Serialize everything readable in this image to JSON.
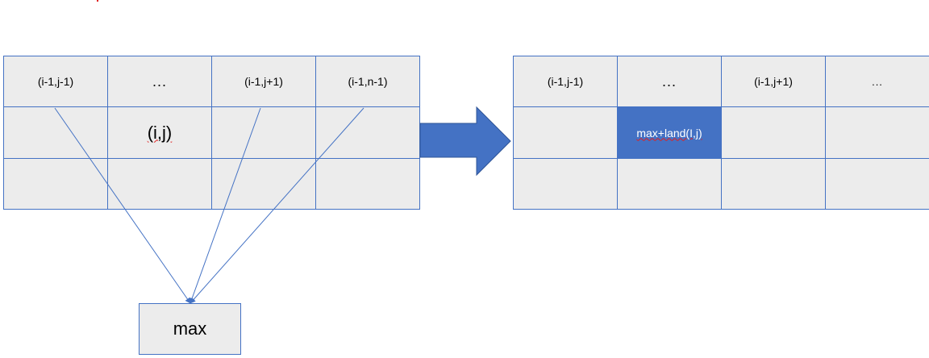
{
  "colors": {
    "accent": "#4472c4",
    "cell_bg": "#ececec",
    "highlight_text": "#ffffff"
  },
  "left_grid": {
    "row1": [
      "(i-1,j-1)",
      "...",
      "(i-1,j+1)",
      "(i-1,n-1)"
    ],
    "row2_col2": "(i,j)"
  },
  "right_grid": {
    "row1": [
      "(i-1,j-1)",
      "...",
      "(i-1,j+1)",
      "..."
    ],
    "highlight": "max+land(I,j)"
  },
  "max_box": {
    "label": "max"
  },
  "icons": {
    "transform_arrow": "right-arrow-icon"
  }
}
